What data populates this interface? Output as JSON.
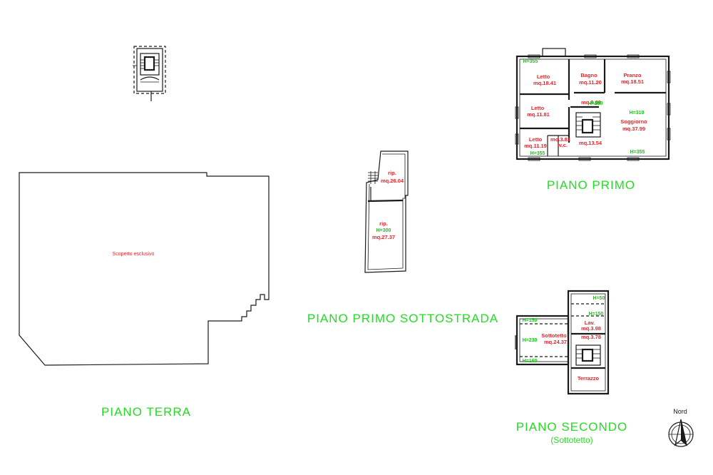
{
  "titles": {
    "terra": "PIANO TERRA",
    "sottostrada": "PIANO PRIMO SOTTOSTRADA",
    "primo": "PIANO PRIMO",
    "secondo": "PIANO SECONDO",
    "secondo_sub": "(Sottotetto)"
  },
  "terra": {
    "scoperto": "Scoperto esclusivo"
  },
  "sottostrada": {
    "rip1_name": "rip.",
    "rip1_area": "mq.26.04",
    "rip2_name": "rip.",
    "rip2_h": "H=300",
    "rip2_area": "mq.27.37"
  },
  "primo": {
    "h355_a": "H=355",
    "letto1_name": "Letto",
    "letto1_area": "mq.18.41",
    "bagno_name": "Bagno",
    "bagno_area": "mq.11.20",
    "pranzo_name": "Pranzo",
    "pranzo_area": "mq.18.51",
    "disimp_area": "mq.9.09",
    "h280": "H=280",
    "h310": "H=310",
    "letto2_name": "Letto",
    "letto2_area": "mq.11.81",
    "soggiorno_name": "Soggiorno",
    "soggiorno_area": "mq.37.99",
    "letto3_name": "Letto",
    "letto3_area": "mq.11.19",
    "wc_area": "mq.3.81",
    "wc_name": "w.c.",
    "scala_area": "mq.13.54",
    "h355_b": "H=355",
    "h355_c": "H=355"
  },
  "secondo": {
    "h50": "H=50",
    "h150_a": "H=150",
    "h150_b": "H=150",
    "lav_name": "Lav.",
    "lav_area": "mq.3.98",
    "sottotetto_name": "Sottotetto",
    "sottotetto_area": "mq.24.37",
    "h230": "H=230",
    "pian_area": "mq.3.78",
    "h160": "H=160",
    "terrazzo_name": "Terrazzo"
  },
  "compass": {
    "label": "Nord"
  }
}
